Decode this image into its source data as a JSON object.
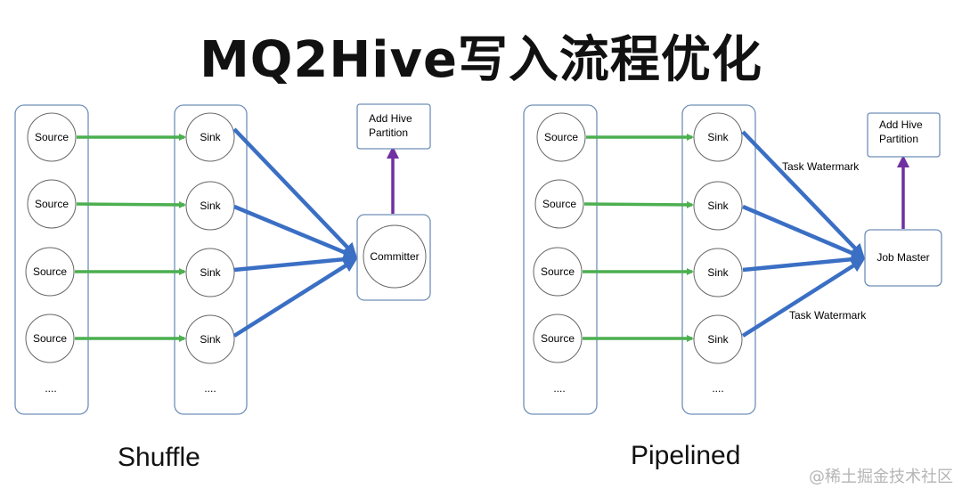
{
  "title": "MQ2Hive写入流程优化",
  "shuffle": {
    "caption": "Shuffle",
    "sources": [
      "Source",
      "Source",
      "Source",
      "Source"
    ],
    "source_ellipsis": "....",
    "sinks": [
      "Sink",
      "Sink",
      "Sink",
      "Sink"
    ],
    "sink_ellipsis": "....",
    "committer": "Committer",
    "add_hive_partition": [
      "Add Hive",
      "Partition"
    ]
  },
  "pipelined": {
    "caption": "Pipelined",
    "sources": [
      "Source",
      "Source",
      "Source",
      "Source"
    ],
    "source_ellipsis": "....",
    "sinks": [
      "Sink",
      "Sink",
      "Sink",
      "Sink"
    ],
    "sink_ellipsis": "....",
    "job_master": "Job Master",
    "add_hive_partition": [
      "Add Hive",
      "Partition"
    ],
    "task_watermark_top": "Task Watermark",
    "task_watermark_bottom": "Task Watermark"
  },
  "watermark": "@稀土掘金技术社区",
  "colors": {
    "green_arrow": "#4caf50",
    "blue_arrow": "#3a6fc4",
    "purple_arrow": "#7030a0",
    "border": "#6f8fb8"
  }
}
